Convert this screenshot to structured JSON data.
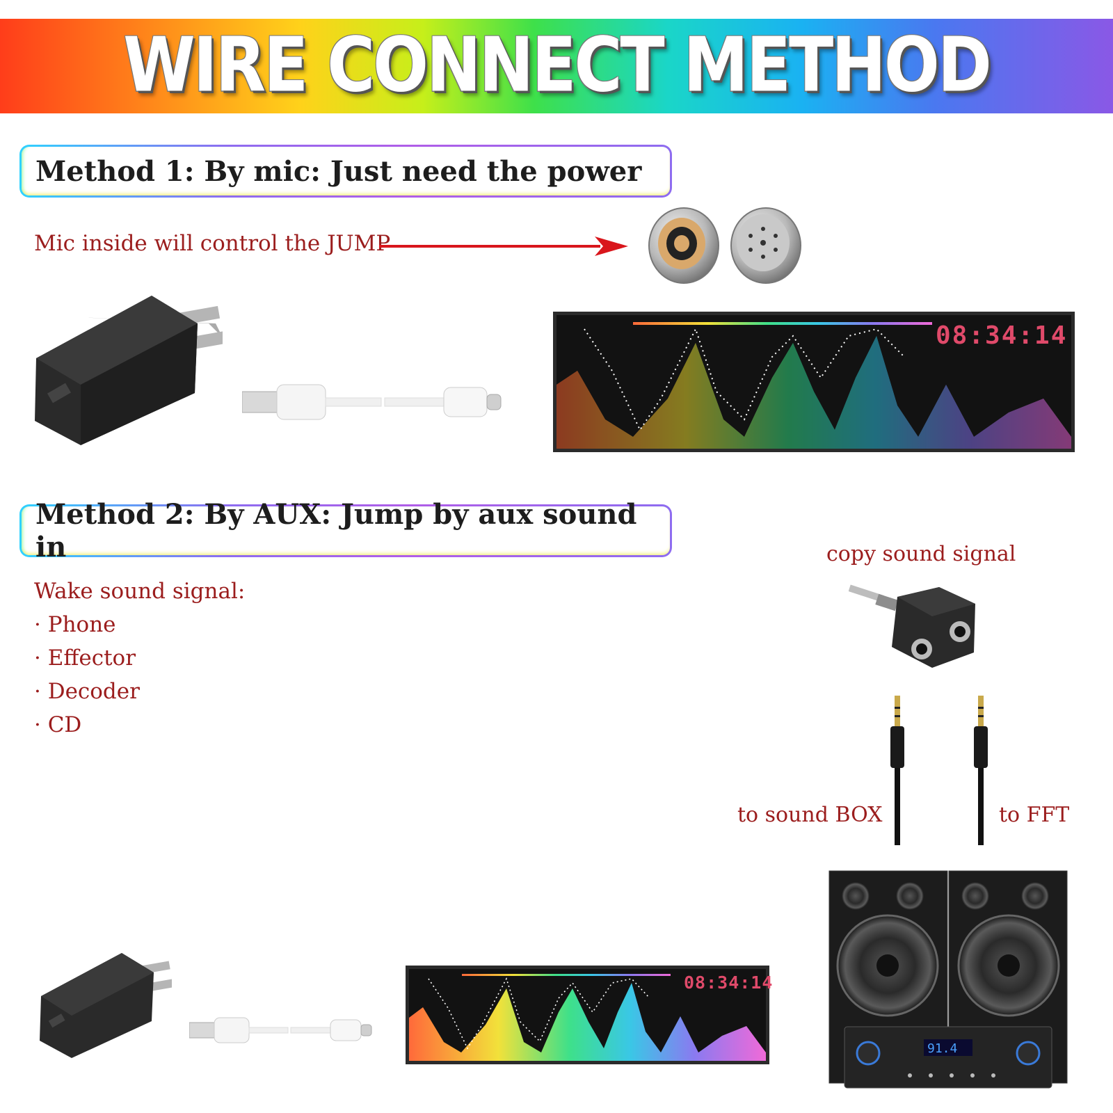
{
  "banner": {
    "title": "WIRE CONNECT METHOD"
  },
  "method1": {
    "title": "Method 1: By mic: Just need the power",
    "mic_note": "Mic inside will control the JUMP",
    "led_clock": "08:34:14"
  },
  "method2": {
    "title": "Method 2: By AUX: Jump by aux sound in",
    "wake_label": "Wake sound signal:",
    "sources": [
      "· Phone",
      "· Effector",
      "· Decoder",
      "· CD"
    ],
    "splitter_label": "copy sound signal",
    "to_box_label": "to sound BOX",
    "to_fft_label": "to FFT",
    "led_clock": "08:34:14",
    "amp_display": "91.4"
  },
  "colors": {
    "accent_red": "#9b1d1d",
    "arrow_red": "#d9161c"
  }
}
